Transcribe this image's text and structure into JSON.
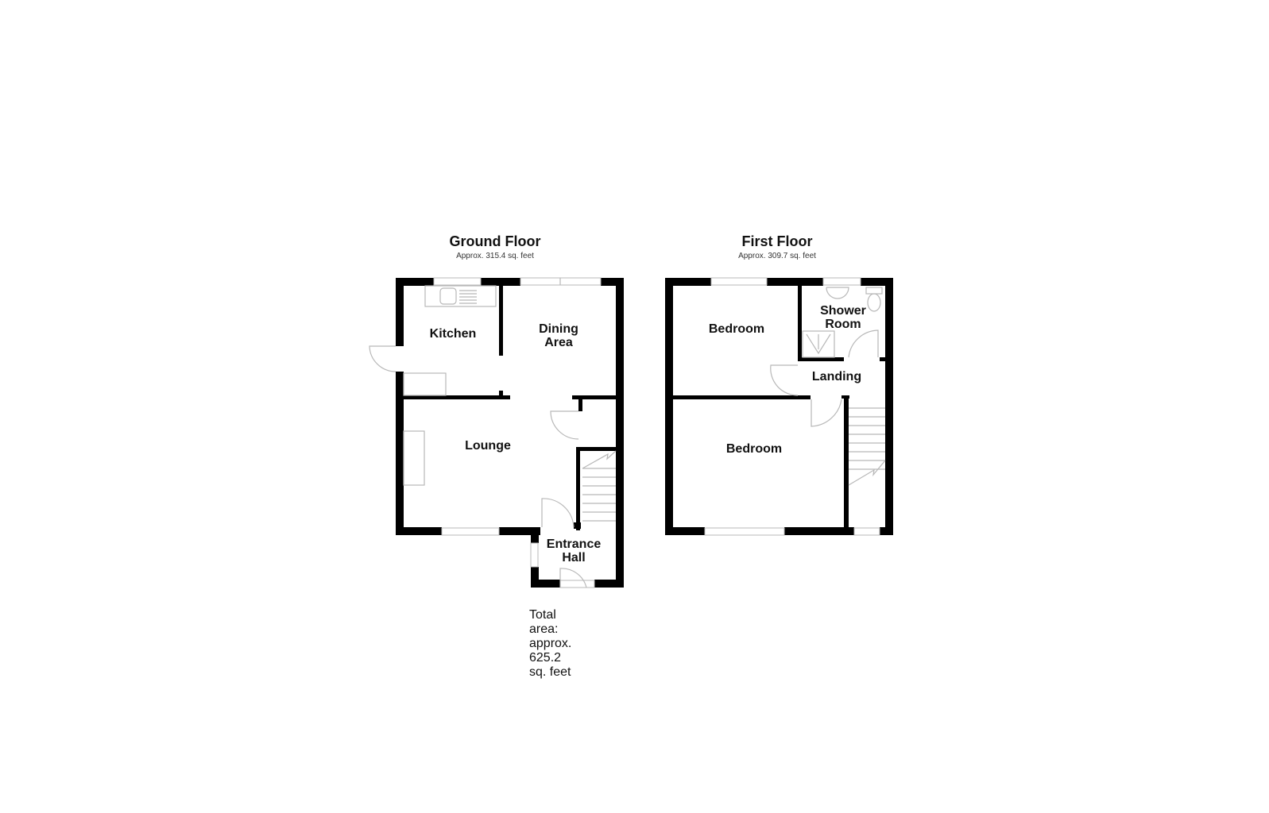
{
  "ground_floor": {
    "title": "Ground Floor",
    "area": "Approx. 315.4 sq. feet",
    "rooms": [
      {
        "name": "Kitchen"
      },
      {
        "name": "Dining\nArea"
      },
      {
        "name": "Lounge"
      },
      {
        "name": "Entrance\nHall"
      }
    ]
  },
  "first_floor": {
    "title": "First Floor",
    "area": "Approx. 309.7 sq. feet",
    "rooms": [
      {
        "name": "Bedroom"
      },
      {
        "name": "Shower\nRoom"
      },
      {
        "name": "Landing"
      },
      {
        "name": "Bedroom"
      }
    ]
  },
  "total_area": "Total area: approx. 625.2 sq. feet",
  "colors": {
    "wall": "#000000",
    "fixture": "#b8b8b8",
    "background": "#ffffff"
  }
}
